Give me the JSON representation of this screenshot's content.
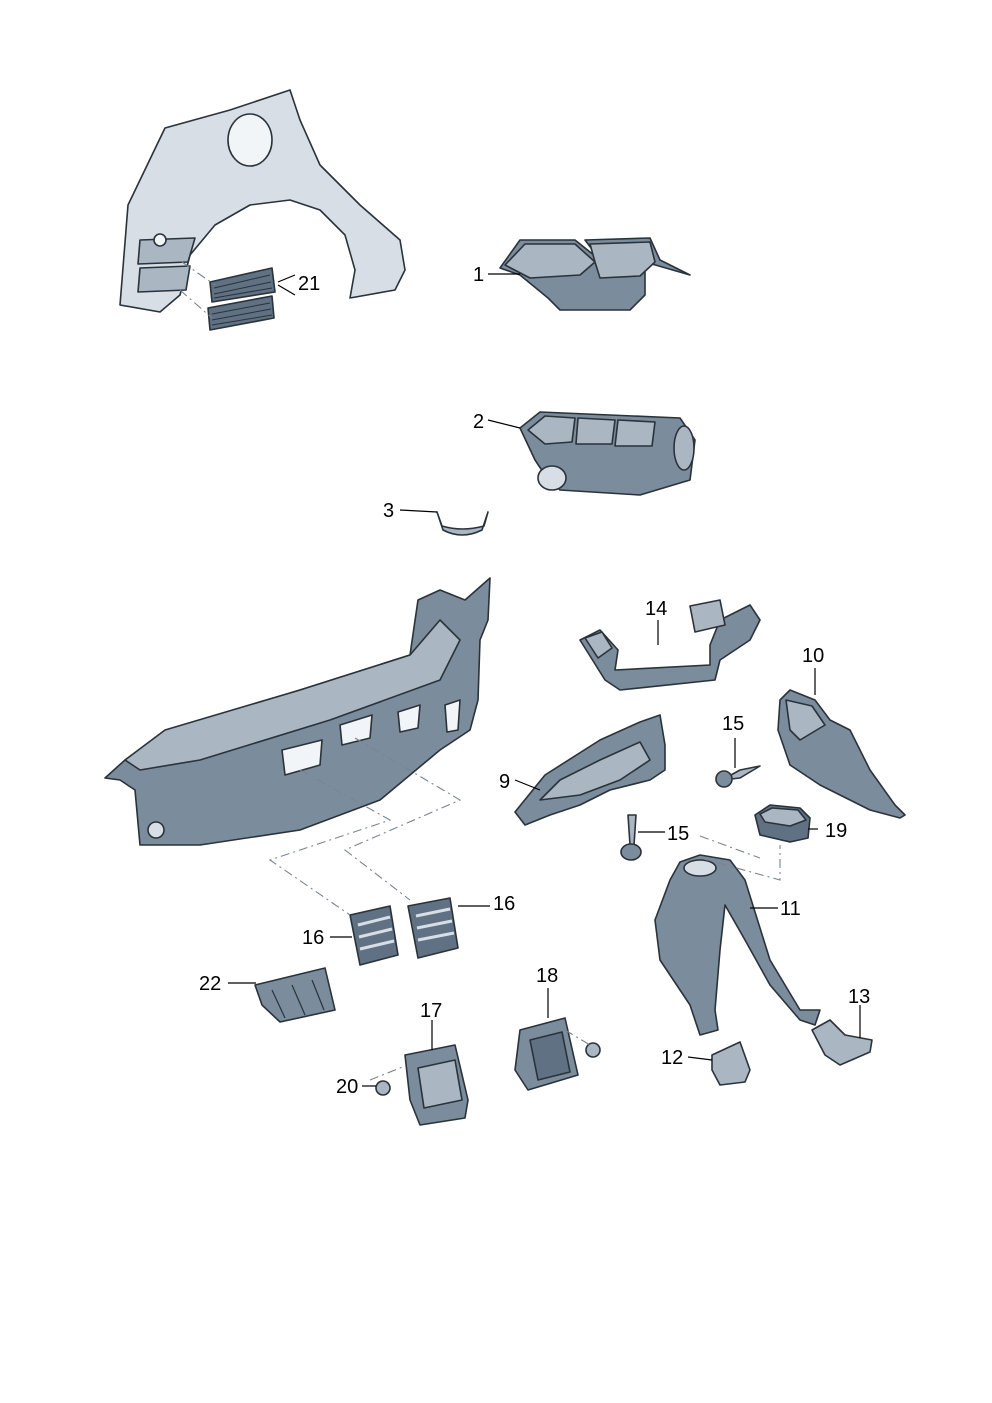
{
  "diagram": {
    "callouts": [
      "1",
      "2",
      "3",
      "9",
      "10",
      "11",
      "12",
      "13",
      "14",
      "15",
      "15",
      "16",
      "16",
      "17",
      "18",
      "19",
      "20",
      "21",
      "22"
    ]
  }
}
